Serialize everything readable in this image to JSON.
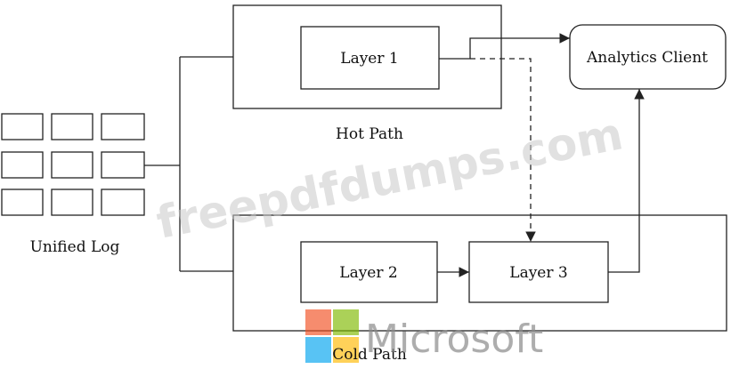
{
  "diagram": {
    "nodes": {
      "unified_log": "Unified Log",
      "layer_1": "Layer 1",
      "layer_2": "Layer 2",
      "layer_3": "Layer 3",
      "analytics_client": "Analytics Client"
    },
    "groups": {
      "hot_path": "Hot Path",
      "cold_path": "Cold Path"
    },
    "edges": [
      {
        "from": "unified_log",
        "to": "hot_path",
        "style": "solid"
      },
      {
        "from": "unified_log",
        "to": "cold_path",
        "style": "solid"
      },
      {
        "from": "layer_1",
        "to": "analytics_client",
        "style": "solid"
      },
      {
        "from": "layer_1",
        "to": "layer_3",
        "style": "dashed"
      },
      {
        "from": "layer_2",
        "to": "layer_3",
        "style": "solid"
      },
      {
        "from": "layer_3",
        "to": "analytics_client",
        "style": "solid"
      }
    ]
  },
  "watermarks": {
    "site": "freepdfdumps.com",
    "brand": "Microsoft"
  },
  "colors": {
    "logo_red": "#f25022",
    "logo_green": "#7fba00",
    "logo_blue": "#00a4ef",
    "logo_yellow": "#ffb900"
  }
}
